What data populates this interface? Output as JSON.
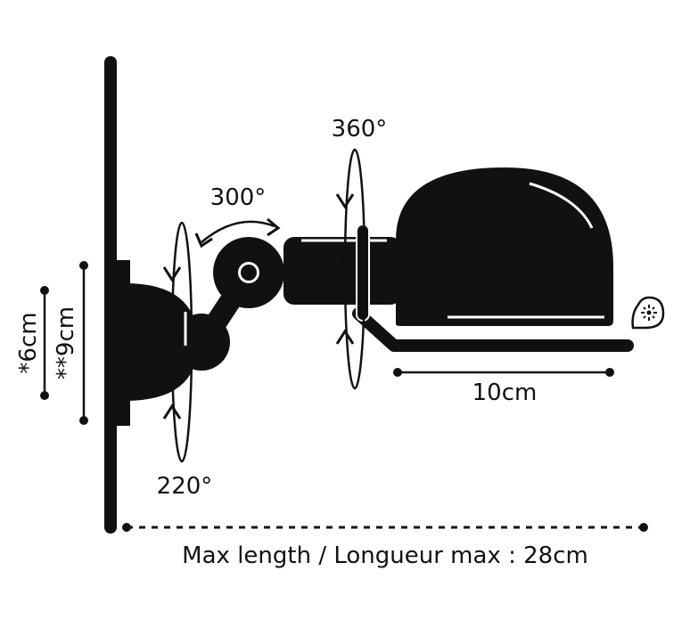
{
  "labels": {
    "rot_360": "360°",
    "rot_300": "300°",
    "rot_220": "220°",
    "dim_6": "*6cm",
    "dim_9": "**9cm",
    "dim_10": "10cm",
    "max_length": "Max length / Longueur max : 28cm"
  },
  "colors": {
    "ink": "#111111",
    "background": "#ffffff"
  },
  "icons": [
    "bulb-drop-icon"
  ]
}
